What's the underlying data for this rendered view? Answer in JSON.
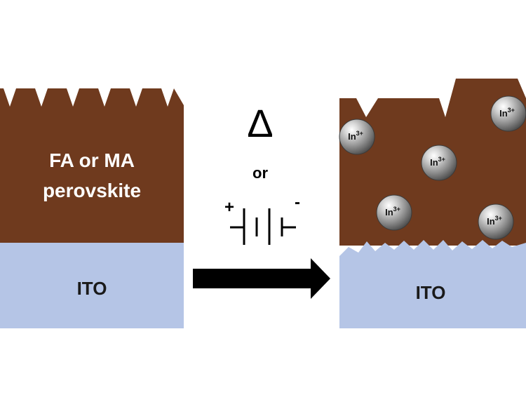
{
  "left_panel": {
    "perovskite_line1": "FA or MA",
    "perovskite_line2": "perovskite",
    "substrate_label": "ITO"
  },
  "middle": {
    "heat_symbol": "Δ",
    "or_label": "or",
    "plus_sign": "+",
    "minus_sign": "-"
  },
  "right_panel": {
    "substrate_label": "ITO",
    "ion_base": "In",
    "ion_charge": "3+"
  },
  "colors": {
    "perovskite": "#6f3a1e",
    "ito": "#b5c5e6",
    "arrow": "#000000",
    "ion_sphere": "#8a8a8a"
  },
  "icons": [
    "heat-delta-icon",
    "battery-icon",
    "right-arrow-icon",
    "indium-ion-sphere-icon"
  ]
}
